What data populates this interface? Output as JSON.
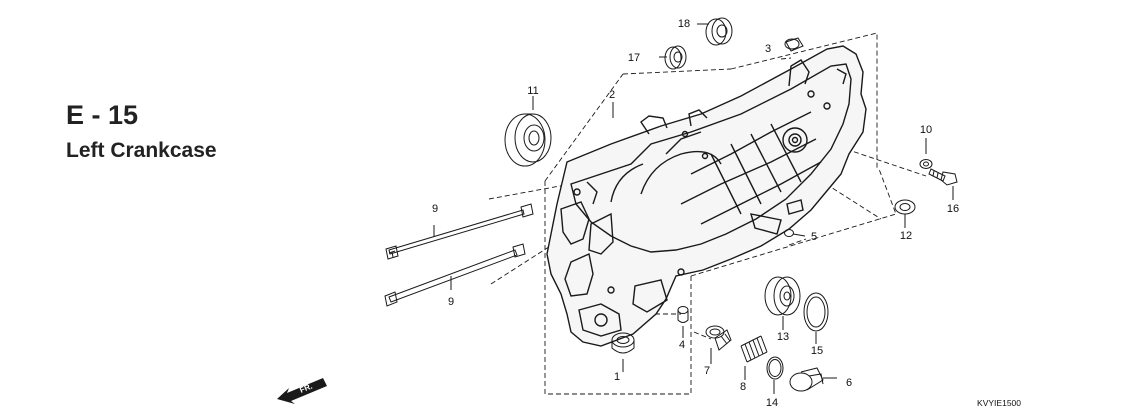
{
  "header": {
    "code": "E - 15",
    "title": "Left Crankcase"
  },
  "diagram": {
    "part_labels": [
      "1",
      "2",
      "3",
      "4",
      "5",
      "6",
      "7",
      "8",
      "9",
      "9",
      "10",
      "11",
      "12",
      "13",
      "14",
      "15",
      "16",
      "17",
      "18"
    ],
    "direction_label": "FR.",
    "drawing_code": "KVYIE1500"
  }
}
